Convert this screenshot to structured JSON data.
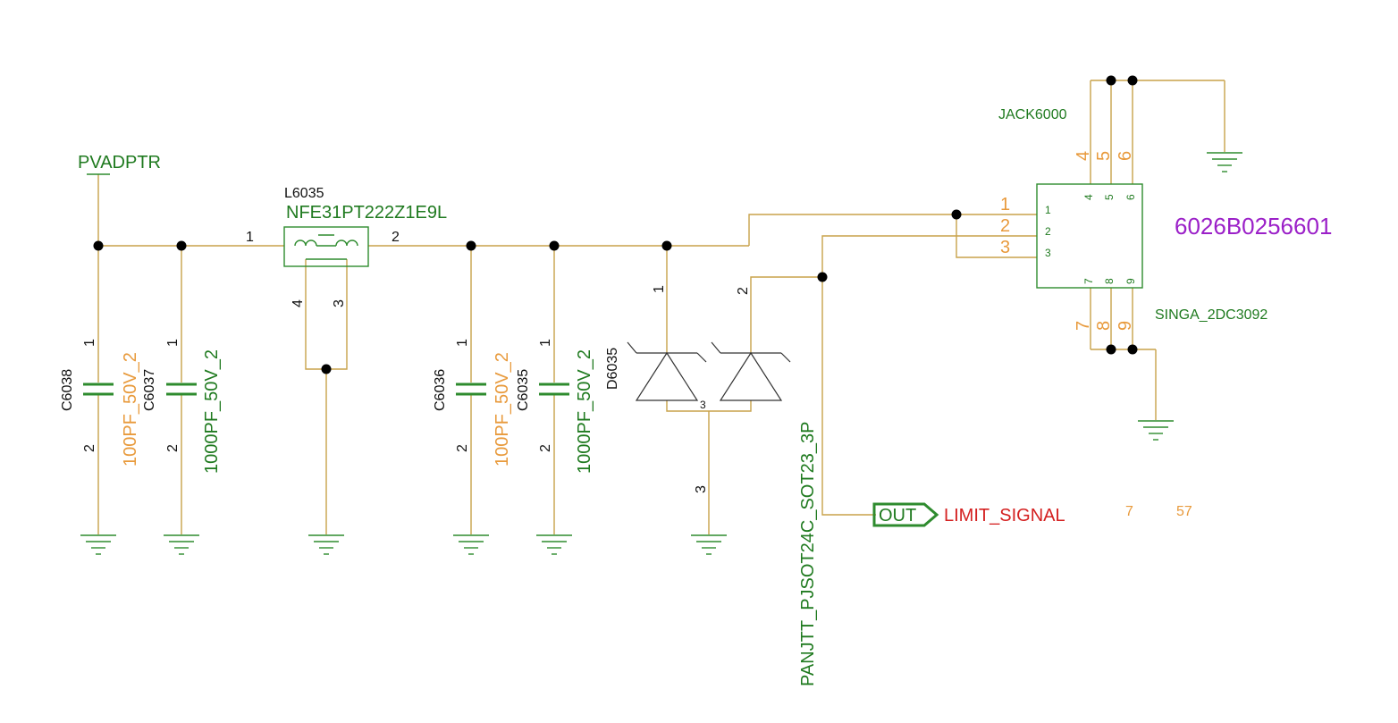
{
  "net_power": "PVADPTR",
  "inductor": {
    "ref": "L6035",
    "value": "NFE31PT222Z1E9L",
    "pin1": "1",
    "pin2": "2",
    "pin3": "3",
    "pin4": "4"
  },
  "caps": [
    {
      "ref": "C6038",
      "value": "100PF_50V_2",
      "p1": "1",
      "p2": "2"
    },
    {
      "ref": "C6037",
      "value": "1000PF_50V_2",
      "p1": "1",
      "p2": "2"
    },
    {
      "ref": "C6036",
      "value": "100PF_50V_2",
      "p1": "1",
      "p2": "2"
    },
    {
      "ref": "C6035",
      "value": "1000PF_50V_2",
      "p1": "1",
      "p2": "2"
    }
  ],
  "diode": {
    "ref": "D6035",
    "value": "PANJTT_PJSOT24C_SOT23_3P",
    "pin1": "1",
    "pin2": "2",
    "pin3": "3",
    "pin3b": "3"
  },
  "jack": {
    "ref": "JACK6000",
    "part_number": "6026B0256601",
    "value": "SINGA_2DC3092",
    "inner_pins": [
      "1",
      "2",
      "3",
      "4",
      "5",
      "6",
      "7",
      "8",
      "9"
    ],
    "outer_pins": [
      "1",
      "2",
      "3",
      "4",
      "5",
      "6",
      "7",
      "8",
      "9"
    ]
  },
  "port": {
    "label": "OUT",
    "net": "LIMIT_SIGNAL",
    "ref_a": "7",
    "ref_b": "57"
  }
}
